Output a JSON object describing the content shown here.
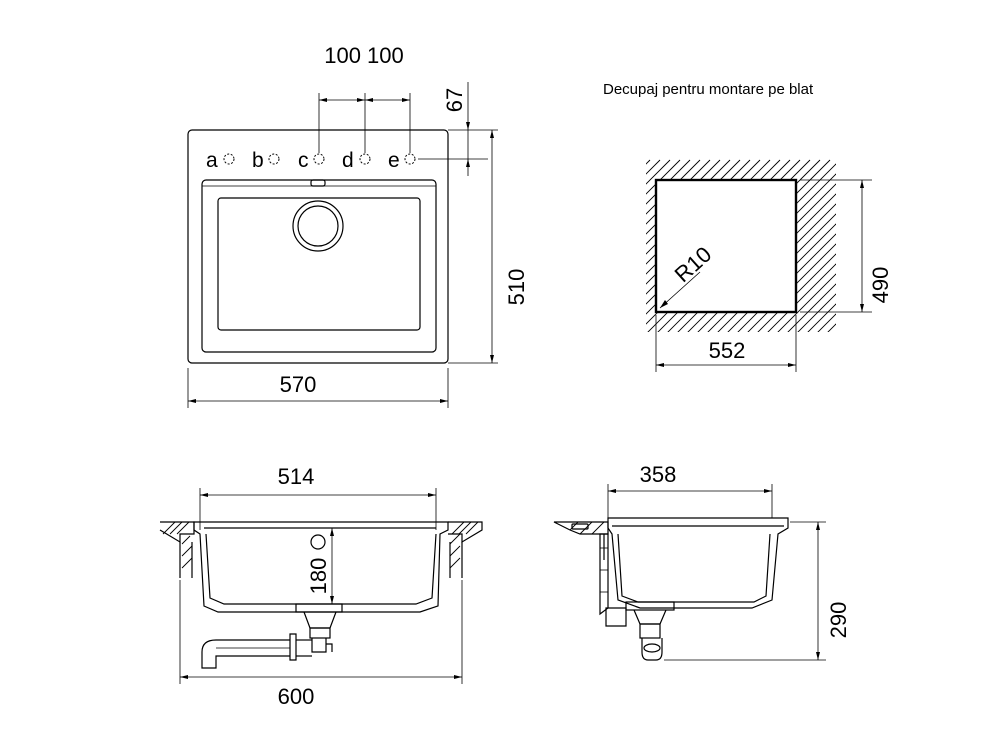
{
  "top_view": {
    "tap_hole_spacing": "100 100",
    "offset_dim": "67",
    "width_dim": "570",
    "height_dim": "510",
    "tap_positions": [
      "a",
      "b",
      "c",
      "d",
      "e"
    ]
  },
  "cutout": {
    "title": "Decupaj pentru montare pe blat",
    "radius_label": "R10",
    "width_dim": "552",
    "height_dim": "490"
  },
  "front_section": {
    "inner_width_dim": "514",
    "depth_dim": "180",
    "outer_width_dim": "600"
  },
  "side_section": {
    "inner_width_dim": "358",
    "total_depth_dim": "290"
  }
}
